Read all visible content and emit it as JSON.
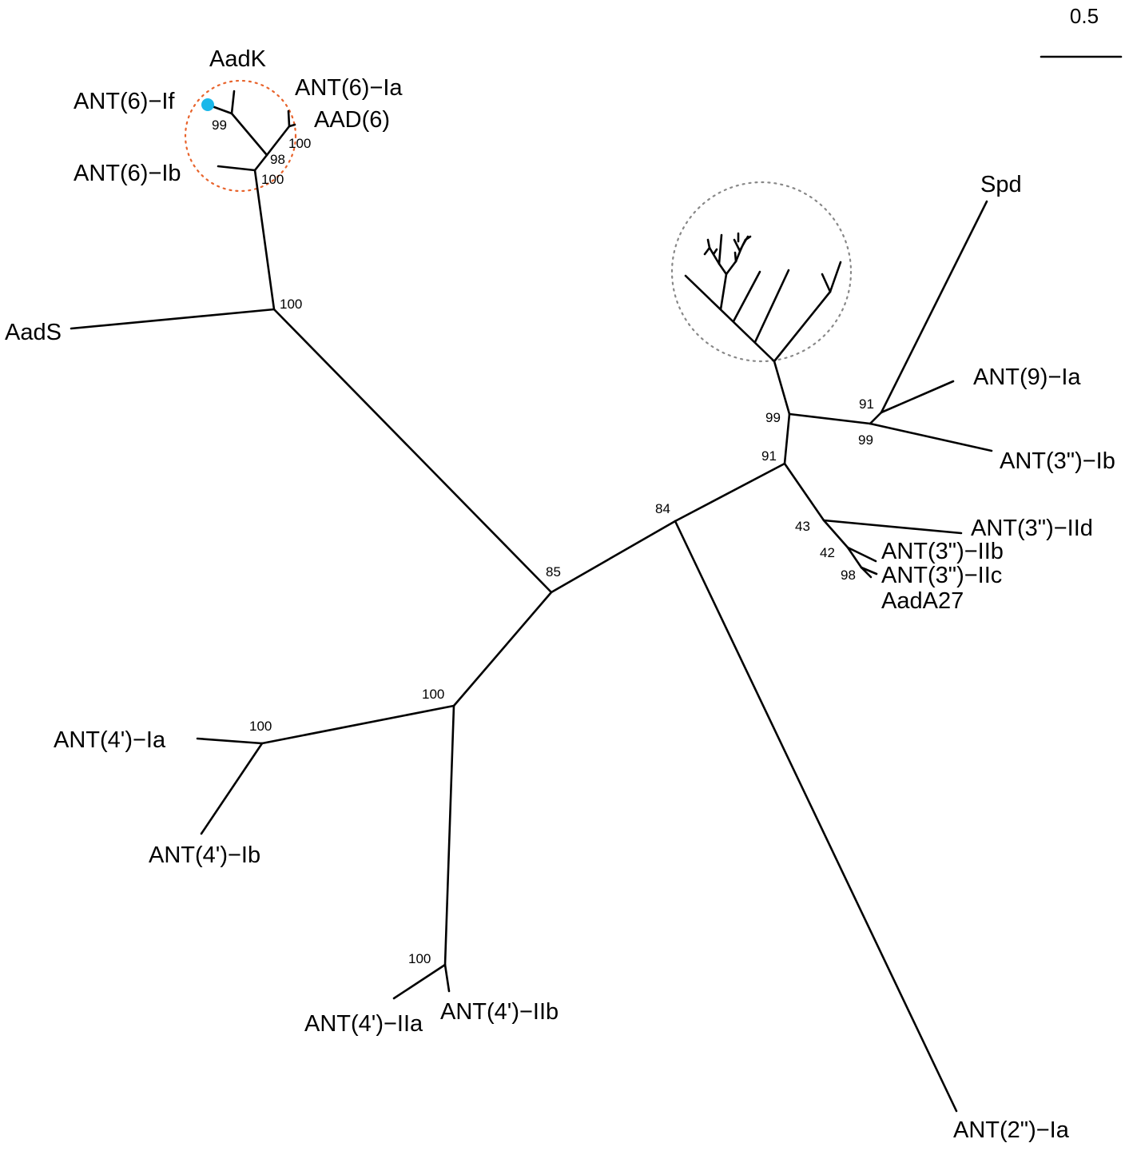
{
  "scale_bar": {
    "label": "0.5"
  },
  "taxa": {
    "aadk": "AadK",
    "ant6_ia": "ANT(6)−Ia",
    "aad6": "AAD(6)",
    "ant6_if": "ANT(6)−If",
    "ant6_ib": "ANT(6)−Ib",
    "aads": "AadS",
    "spd": "Spd",
    "ant9_ia": "ANT(9)−Ia",
    "ant3_ib": "ANT(3\")−Ib",
    "ant3_iid": "ANT(3\")−IId",
    "ant3_iib": "ANT(3\")−IIb",
    "ant3_iic": "ANT(3\")−IIc",
    "aada27": "AadA27",
    "ant4_ia": "ANT(4')−Ia",
    "ant4_ib": "ANT(4')−Ib",
    "ant4_iia": "ANT(4')−IIa",
    "ant4_iib": "ANT(4')−IIb",
    "ant2_ia": "ANT(2\")−Ia"
  },
  "support": {
    "ant6_if_node": "99",
    "aadk_node": "98",
    "aad6_node": "100",
    "ant6_base": "100",
    "aads_node": "100",
    "center_left": "85",
    "center_right": "84",
    "right_91": "91",
    "right_99": "99",
    "spd_node_91": "91",
    "ant3_ib_node_99": "99",
    "iid_node": "43",
    "iib_node": "42",
    "iic_node": "98",
    "ant4_main": "100",
    "ant4_i": "100",
    "ant4_ii": "100"
  },
  "colors": {
    "branch": "#000000",
    "highlight_orange": "#e8632b",
    "highlight_gray": "#888888",
    "marker_cyan": "#1ab8ea"
  }
}
